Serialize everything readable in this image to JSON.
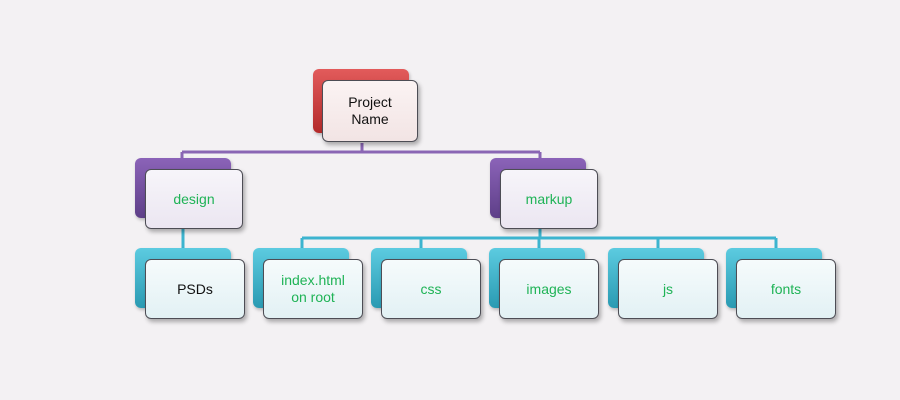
{
  "diagram": {
    "root": {
      "label_line1": "Project",
      "label_line2": "Name"
    },
    "branches": [
      {
        "label": "design"
      },
      {
        "label": "markup"
      }
    ],
    "design_children": [
      {
        "label": "PSDs"
      }
    ],
    "markup_children": [
      {
        "label_line1": "index.html",
        "label_line2": "on root"
      },
      {
        "label": "css"
      },
      {
        "label": "images"
      },
      {
        "label": "js"
      },
      {
        "label": "fonts"
      }
    ]
  },
  "colors": {
    "root": "#c0393b",
    "branch": "#6f4e9c",
    "leaf": "#3cb4cf",
    "text_green": "#1fb356",
    "connector_branch": "#8a66b4",
    "connector_leaf": "#3cb4cf"
  }
}
